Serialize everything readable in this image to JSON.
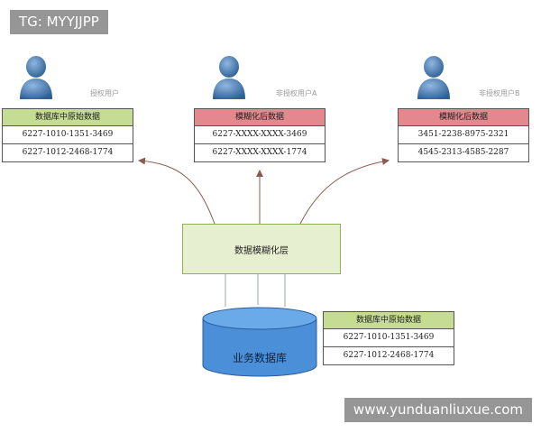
{
  "watermarks": {
    "top_left": "TG: MYYJJPP",
    "bottom_right": "www.yunduanliuxue.com"
  },
  "users": [
    {
      "label": "授权用户"
    },
    {
      "label": "非授权用户A"
    },
    {
      "label": "非授权用户B"
    }
  ],
  "tables": {
    "authorized": {
      "header": "数据库中原始数据",
      "rows": [
        "6227-1010-1351-3469",
        "6227-1012-2468-1774"
      ]
    },
    "unauth_a": {
      "header": "模糊化后数据",
      "rows": [
        "6227-XXXX-XXXX-3469",
        "6227-XXXX-XXXX-1774"
      ]
    },
    "unauth_b": {
      "header": "模糊化后数据",
      "rows": [
        "3451-2238-8975-2321",
        "4545-2313-4585-2287"
      ]
    },
    "database": {
      "header": "数据库中原始数据",
      "rows": [
        "6227-1010-1351-3469",
        "6227-1012-2468-1774"
      ]
    }
  },
  "mask_layer": {
    "label": "数据模糊化层"
  },
  "database": {
    "label": "业务数据库"
  },
  "colors": {
    "green_header": "#c7dc93",
    "pink_header": "#e2888e",
    "mask_layer_fill": "#e6efcf",
    "database_fill": "#4a8fd8",
    "arrow": "#8b5a50",
    "user_icon": "#3f74ac"
  }
}
